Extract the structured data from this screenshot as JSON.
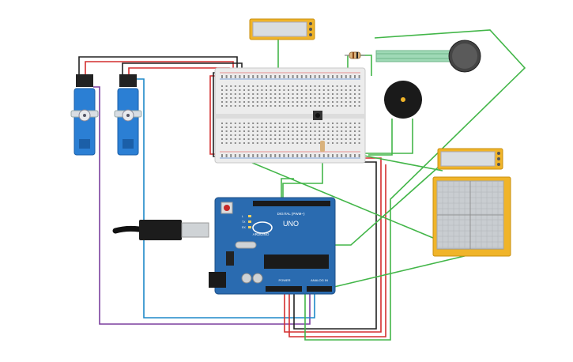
{
  "arduino": {
    "digital_label": "DIGITAL (PWM~)",
    "uno_label": "UNO",
    "brand_label": "ARDUINO",
    "power_label": "POWER",
    "analog_label": "ANALOG IN",
    "tx_label": "TX",
    "rx_label": "RX",
    "l_label": "L"
  },
  "colors": {
    "wire_red": "#d32f2f",
    "wire_black": "#222222",
    "wire_green": "#43b649",
    "wire_blue": "#1e88c8",
    "wire_purple": "#7b3f9e",
    "arduino_board": "#2a6bb0",
    "breadboard": "#ececec",
    "lcd_frame": "#f0b429",
    "servo_body": "#2b7fd4"
  }
}
